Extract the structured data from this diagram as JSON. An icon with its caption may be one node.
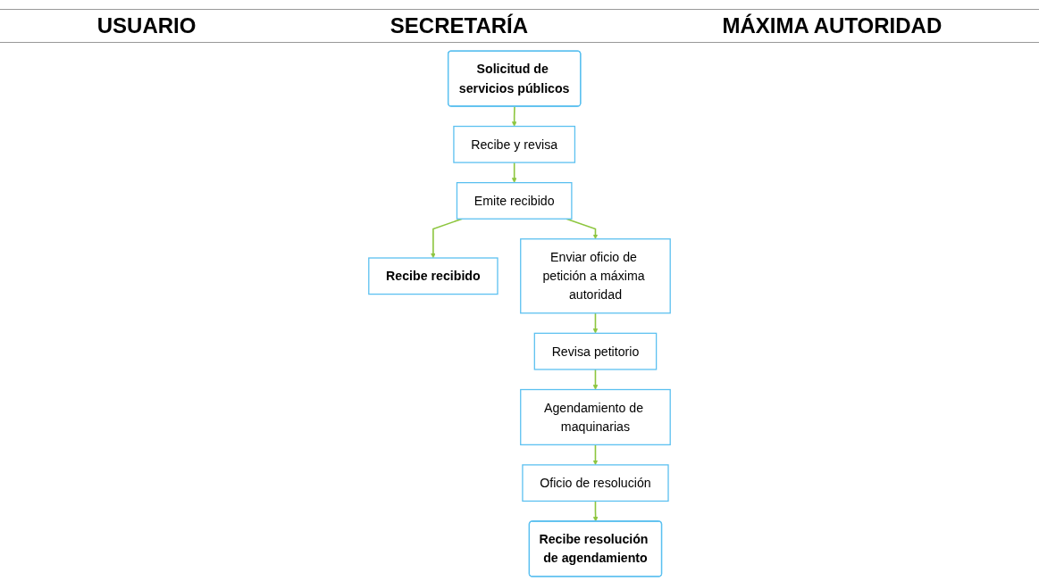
{
  "diagram": {
    "nodes": [
      {
        "text": [
          "Solicitud de servicios públicos"
        ]
      },
      {
        "text": [
          "Recibe y revisa"
        ]
      },
      {
        "text": [
          "Emite recibido"
        ]
      },
      {
        "text": [
          "Recibe recibido"
        ]
      },
      {
        "text": [
          "Enviar oficio de petición a máxima autoridad"
        ]
      },
      {
        "text": [
          "Revisa petitorio"
        ]
      },
      {
        "text": [
          "Agendamiento de maquinarias"
        ]
      },
      {
        "text": [
          "Oficio de resolución"
        ]
      },
      {
        "text": [
          "Recibe resolución de agendamiento"
        ]
      }
    ],
    "edges": [
      {
        "from": 0,
        "to": 1,
        "arrow": "to"
      },
      {
        "from": 1,
        "to": 2,
        "arrow": "to"
      },
      {
        "from": 2,
        "to": 3,
        "arrow": "to"
      },
      {
        "from": 2,
        "to": 4,
        "arrow": "to"
      },
      {
        "from": 4,
        "to": 5,
        "arrow": "to"
      },
      {
        "from": 5,
        "to": 6,
        "arrow": "to"
      },
      {
        "from": 6,
        "to": 7,
        "arrow": "to"
      },
      {
        "from": 7,
        "to": 8,
        "arrow": "to"
      }
    ],
    "labels": [
      "USUARIO",
      "SECRETARÍA",
      "MÁXIMA AUTORIDAD"
    ]
  }
}
